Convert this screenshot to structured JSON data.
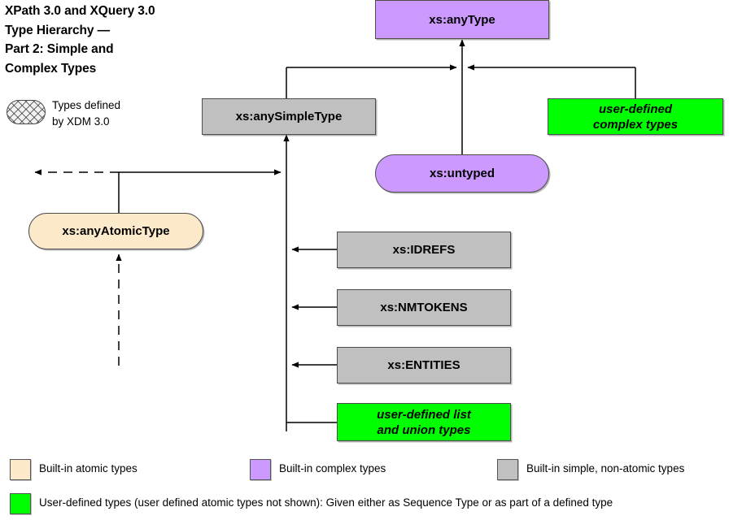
{
  "title": "XPath 3.0 and XQuery 3.0\nType Hierarchy —\nPart 2: Simple and\nComplex Types",
  "xdm_legend": {
    "label": "Types defined\nby XDM 3.0",
    "swatch_name": "hatched-rounded-swatch"
  },
  "nodes": [
    {
      "id": "anyType",
      "label": "xs:anyType",
      "kind": "built-in complex",
      "shape": "rect",
      "color": "#cc99ff"
    },
    {
      "id": "anySimpleType",
      "label": "xs:anySimpleType",
      "kind": "built-in simple non-atomic",
      "shape": "rect",
      "color": "#c0c0c0"
    },
    {
      "id": "userComplex",
      "label": "user-defined\ncomplex types",
      "kind": "user-defined",
      "shape": "rect",
      "color": "#00ff00"
    },
    {
      "id": "untyped",
      "label": "xs:untyped",
      "kind": "built-in complex",
      "shape": "pill",
      "color": "#cc99ff"
    },
    {
      "id": "anyAtomicType",
      "label": "xs:anyAtomicType",
      "kind": "built-in atomic",
      "shape": "pill",
      "color": "#fdeacb"
    },
    {
      "id": "idrefs",
      "label": "xs:IDREFS",
      "kind": "built-in simple non-atomic",
      "shape": "rect",
      "color": "#c0c0c0"
    },
    {
      "id": "nmtokens",
      "label": "xs:NMTOKENS",
      "kind": "built-in simple non-atomic",
      "shape": "rect",
      "color": "#c0c0c0"
    },
    {
      "id": "entities",
      "label": "xs:ENTITIES",
      "kind": "built-in simple non-atomic",
      "shape": "rect",
      "color": "#c0c0c0"
    },
    {
      "id": "userListUnion",
      "label": "user-defined list\nand union types",
      "kind": "user-defined",
      "shape": "rect",
      "color": "#00ff00"
    }
  ],
  "legend": {
    "items": [
      {
        "label": "Built-in atomic types",
        "color": "#fdeacb"
      },
      {
        "label": "Built-in complex types",
        "color": "#cc99ff"
      },
      {
        "label": "Built-in simple, non-atomic types",
        "color": "#c0c0c0"
      }
    ],
    "user_defined": {
      "color": "#00ff00",
      "label": "User-defined types (user defined atomic types not shown):  Given either as Sequence Type or as part of a defined type"
    }
  },
  "edges": [
    {
      "from": "anySimpleType",
      "to": "anyType",
      "style": "solid"
    },
    {
      "from": "userComplex",
      "to": "anyType",
      "style": "solid"
    },
    {
      "from": "untyped",
      "to": "anyType",
      "style": "solid"
    },
    {
      "from": "anyAtomicType",
      "to": "anySimpleType",
      "style": "solid"
    },
    {
      "from": "idrefs",
      "to": "anySimpleType",
      "style": "solid"
    },
    {
      "from": "nmtokens",
      "to": "anySimpleType",
      "style": "solid"
    },
    {
      "from": "entities",
      "to": "anySimpleType",
      "style": "solid"
    },
    {
      "from": "userListUnion",
      "to": "anySimpleType",
      "style": "solid"
    },
    {
      "from": "part1-link",
      "to": "anyAtomicType",
      "style": "dashed"
    }
  ]
}
